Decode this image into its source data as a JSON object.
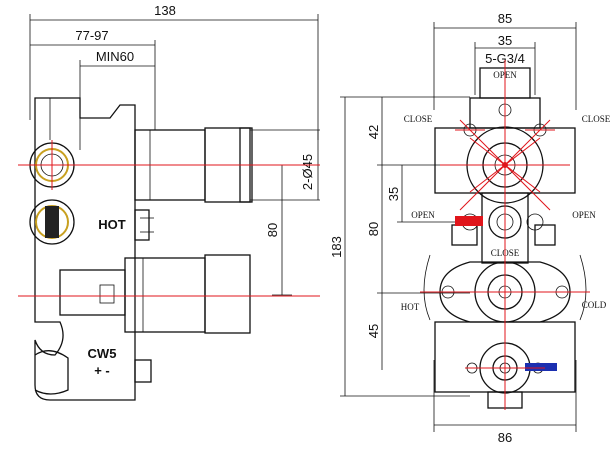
{
  "side_view": {
    "dim_total_width": "138",
    "dim_wall_range": "77-97",
    "dim_min": "MIN60",
    "dim_diameter": "2-Ø45",
    "dim_spacing": "80",
    "label_hot": "HOT",
    "label_cw": "CW5",
    "label_plus_minus": "+ -"
  },
  "front_view": {
    "dim_top_width": "85",
    "dim_port_spacing": "35",
    "thread_spec": "5-G3/4",
    "dim_bottom_width": "86",
    "dim_total_height": "183",
    "dim_top_offset": "42",
    "dim_upper_gap": "35",
    "dim_middle": "80",
    "dim_lower": "45",
    "label_open_top": "OPEN",
    "label_close_tl": "CLOSE",
    "label_close_tr": "CLOSE",
    "label_open_left": "OPEN",
    "label_open_right": "OPEN",
    "label_close_mid": "CLOSE",
    "label_hot": "HOT",
    "label_cold": "COLD"
  },
  "colors": {
    "centerline": "#e0151b",
    "hot_marker": "#e0151b",
    "cold_marker": "#1b2fb0",
    "outline": "#111111"
  }
}
